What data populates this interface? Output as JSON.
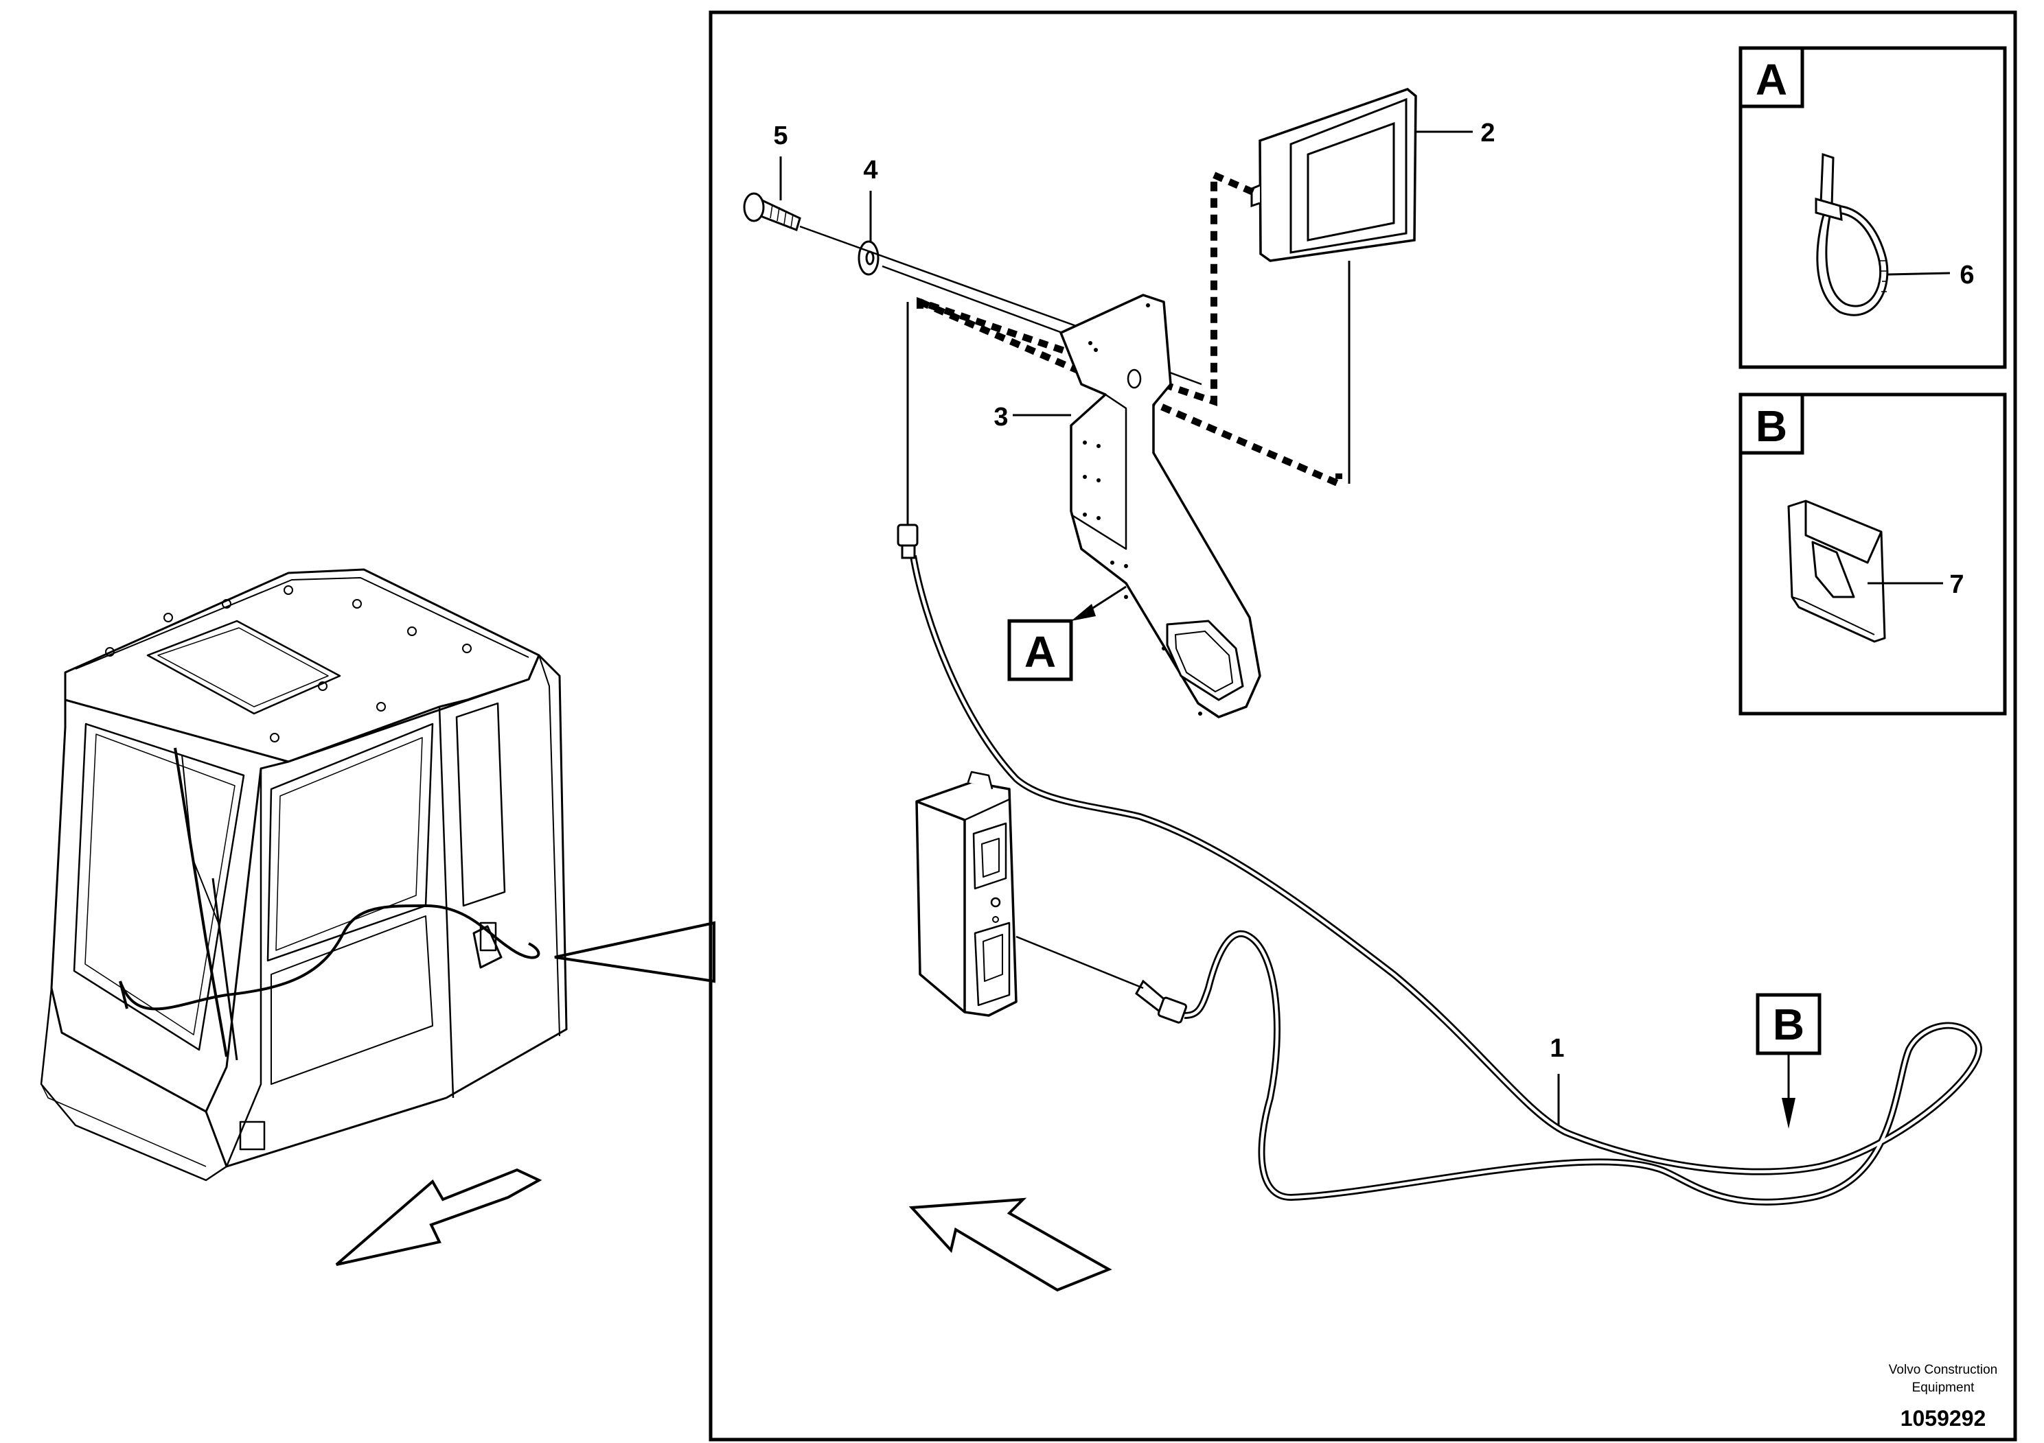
{
  "callouts": {
    "c1": "1",
    "c2": "2",
    "c3": "3",
    "c4": "4",
    "c5": "5",
    "c6": "6",
    "c7": "7"
  },
  "detail_labels": {
    "a_box": "A",
    "b_box": "B",
    "a_tag": "A",
    "b_tag": "B"
  },
  "footer": {
    "company_line1": "Volvo Construction",
    "company_line2": "Equipment",
    "drawing_number": "1059292"
  }
}
